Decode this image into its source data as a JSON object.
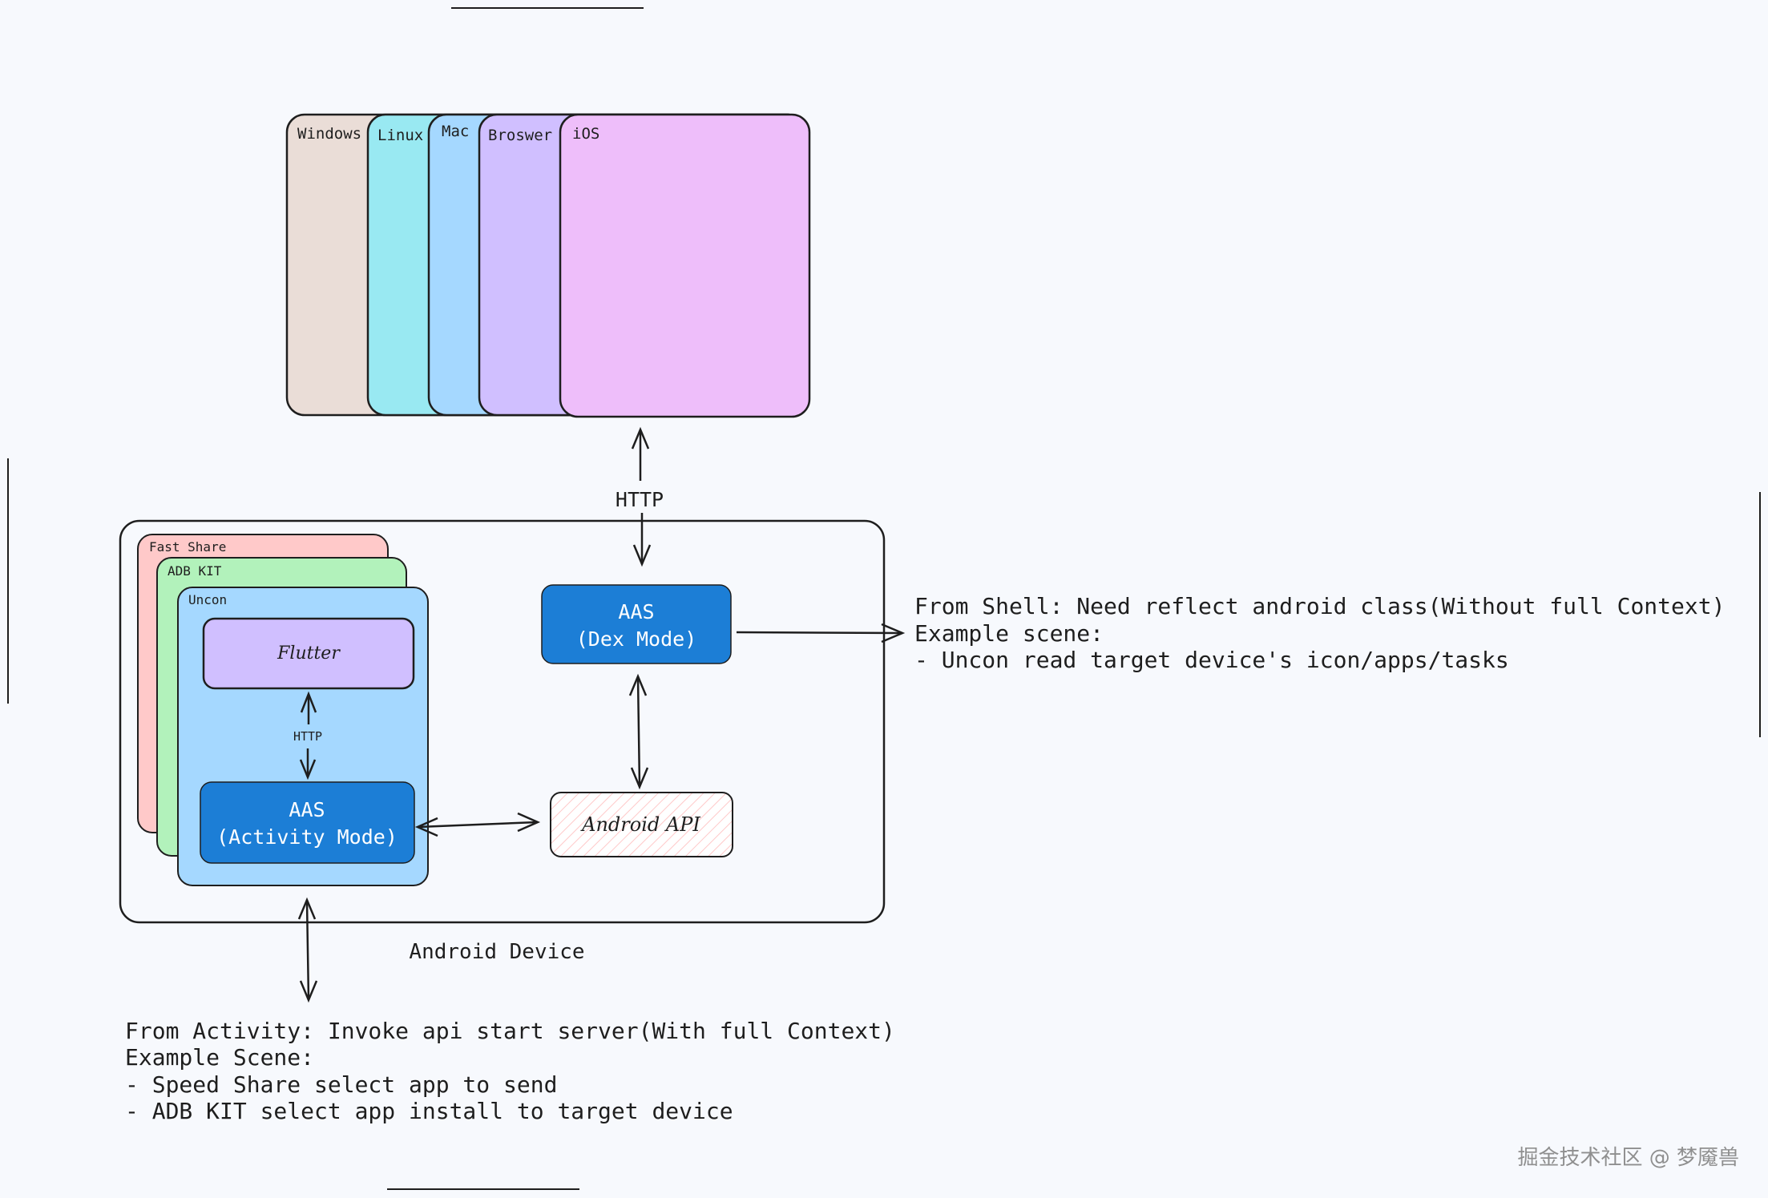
{
  "platforms": {
    "windows": "Windows",
    "linux": "Linux",
    "mac": "Mac",
    "browser": "Broswer",
    "ios": "iOS"
  },
  "top_link_label": "HTTP",
  "device": {
    "label": "Android Device",
    "fast_share": "Fast Share",
    "adb_kit": "ADB KIT",
    "uncon": "Uncon",
    "flutter": "Flutter",
    "inner_http": "HTTP",
    "aas_activity": {
      "line1": "AAS",
      "line2": "(Activity Mode)"
    },
    "aas_dex": {
      "line1": "AAS",
      "line2": "(Dex Mode)"
    },
    "android_api": "Android API"
  },
  "shell_note": {
    "line1": "From Shell: Need reflect android class(Without full Context)",
    "line2": "Example scene:",
    "line3": "- Uncon read target device's icon/apps/tasks"
  },
  "activity_note": {
    "line1": "From Activity: Invoke api start server(With full Context)",
    "line2": "Example Scene:",
    "line3": "- Speed Share select app to send",
    "line4": "- ADB KIT select app install to target device"
  },
  "watermark": "掘金技术社区 @ 梦魇兽",
  "colors": {
    "windows": "#eaddd7",
    "linux": "#99e9f2",
    "mac": "#a5d8ff",
    "browser": "#d0bfff",
    "ios": "#eebefa",
    "fast_share": "#ffc9c9",
    "adb_kit": "#b2f2bb",
    "uncon": "#a5d8ff",
    "flutter": "#d0bfff",
    "aas": "#1c7ed6",
    "stroke": "#1e1e1e",
    "background": "#f7f9fd"
  }
}
